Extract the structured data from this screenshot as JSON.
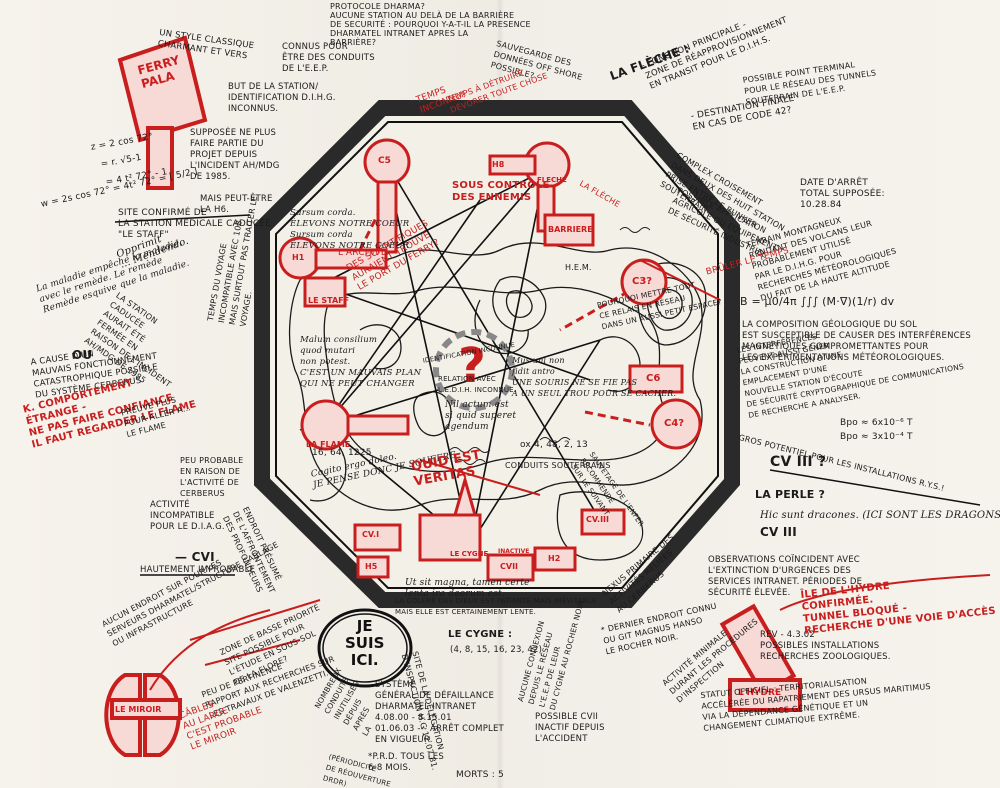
{
  "station_labels": {
    "c5": "C5",
    "h8": "H8",
    "fleche": "FLECHE",
    "barrieres": "BARRIERE",
    "h1": "H1",
    "le_staff": "LE STAFF",
    "c3": "C3?",
    "c6": "C6",
    "c4": "C4?",
    "la_flame": "LA FLAME",
    "cv1": "CV.I",
    "le_cygne": "LE CYGNE",
    "cv2": "CVII",
    "h5": "H5",
    "h2": "H2",
    "cv3": "CV.III",
    "ferry_pala": "FERRY\nPALA",
    "le_miroir": "LE MIROIR",
    "l_hydre": "L'HYDRE",
    "question": "?",
    "je_suis_ici": "JE\nSUIS\nICI.",
    "inactive": "INACTIVE"
  },
  "notes": {
    "top_protocol": "PROTOCOLE DHARMA?\nAUCUNE STATION AU DELÀ DE LA BARRIÈRE\nDE SECURITÉ : POURQUOI Y-A-T-IL LA PRESENCE\nDHARMATEL INTRANET APRES LA\nBARRIÈRE?",
    "top_connus": "CONNUS POUR\nÊTRE DES CONDUITS\nDE L'E.E.P.",
    "top_sauvegarde": "SAUVEGARDE DES\nDONNÉES OFF SHORE\nPOSSIBLE?",
    "top_left_classique": "UN STYLE CLASSIQUE\nCHARMANT ET VERS",
    "but_station": "BUT DE LA STATION/\nIDENTIFICATION D.I.H.G.\nINCONNUS.",
    "suppose": "SUPPOSÉE NE PLUS\nFAIRE PARTIE DU\nPROJET DEPUIS\nL'INCIDENT AH/MDG\nDE 1985.",
    "peut_etre": "MAIS PEUT-ÊTRE\nLA H6.",
    "math_1": "z = 2 cos 72°",
    "math_2": "= r. √5-1",
    "math_3": "= 4 t² 72° - 1",
    "math_4": "w = 2s cos 72° = 4t² 72° = [ 5/2 ]",
    "site_confirme": "SITE CONFIRMÉ DE\nLA STATION MÉDICALE CADUCÉE\n\"LE STAFF\"",
    "maladie": "La maladie empêche la maladie,\navec le remède. Le remède\nRemède esquive que la maladie.",
    "oppress": "Opprimit\n... Mendendo.",
    "station_aurait": "LA STATION\nCADUCÉE\nAURAIT ÉTÉ\nFERMÉE EN\nRAISON DE L'INCIDENT\nAH/MDG DE 1985",
    "ou": "OU",
    "mauvais": "A CAUSE D'UN\nMAUVAIS FONCTIONNEMENT\nCATASTROPHIQUE POSSIBLE\nDU SYSTÈME CERBERUS",
    "temps_voyage": "TEMPS DU VOYAGE\nINCOMPATIBLE AVEC 108\nMAIS SURTOUT PAS TRAITER LE\nVOYAGE.",
    "k_comporte": "K. COMPORTEMENT\nÉTRANGE -\nNE PAS FAIRE CONFIANCE\nIL FAUT REGARDER LE FLAME",
    "preuve": "PREUVE PLUS\nPOUR ALLER A...\nLE FLAME",
    "peu_probable": "PEU PROBABLE\nEN RAISON DE\nL'ACTIVITÉ DE\nCERBERUS",
    "activite": "ACTIVITÉ\nINCOMPATIBLE\nPOUR LE D.I.A.G.",
    "cvi": "— CVI",
    "hautement": "HAUTEMENT IMPROBABLE",
    "aucun_endroit": "AUCUN ENDROIT SUR POUR LES\nSERVEURS DHARMATEL/STRUCTURE CABLAGE\nOU INFRASTRUCTURE",
    "endroit_presume": "ENDROIT PRÉSUMÉ\nDE L'AFFRONTEMENT\nDES PROFONDEURS",
    "zone_basse": "ZONE DE BASSE PRIORITÉ\nSITE POSSIBLE POUR\nL'ÉTUDE EN SOUS-SOL\nDE LA FLORE?",
    "peu_pertinence": "PEU DE PERTINENCE\nRAPPORT AUX RECHERCHES SUR\nLES TRAVAUX DE VALENZETTI.",
    "cables": "CÂBLES\nAU LARGE\nC'EST PROBABLE\nLE MIROIR",
    "nombreux": "NOMBREUX\nCONDUITS\nINUTILISÉS\nDÉPUIS\nAPRÈS\nLA",
    "dharmatel_intranet": "SYSTÈME\nGÉNÉRAL DE DÉFAILLANCE\nDHARMATEL INTRANET\n4.08.00 - 8.15.01\n01.06.03 --- ARRÊT COMPLET\nEN VIGUEUR.",
    "prd": "*P.R.D. TOUS LES\n6-8 MOIS.",
    "morts": "MORTS : 5",
    "periodicite": "(PÉRIODICITÉ\nDE RÉOUVERTURE\nDRDR)",
    "le_cygne_note": "LE CYGNE :",
    "cygne_coords": "(4, 8, 15, 16, 23, 42)",
    "site_delegation": "SITE DE LA DÉLÉGATION\nD'INSPECTION H.G 12.07.81.",
    "aucune_connexion": "AUCUNE CONNEXION\nDEPUIS LE RÉSEAU\nL'E.E.P DE LEUR\nDU CYGNE AU ROCHER NOIR",
    "cvii_possible": "POSSIBLE CVII\nINACTIF DEPUIS\nL'ACCIDENT",
    "dernier_endroit": "* DERNIER ENDROIT CONNU\nOU GIT MAGNUS HANSO\nLE ROCHER NOIR.",
    "nexus": "NEXUS PRIMAIRE DES\nACTIVITÉS RELIÉES\nAU CERBERUS",
    "activite_minimale": "ACTIVITÉ MINIMALE\nDURANT LES PROCÉDURES\nD'INSPECTION",
    "rev": "REV - 4.3.02\nPOSSIBLES INSTALLATIONS\nRECHERCHES ZOOLOGIQUES.",
    "statut": "STATUT OFFICIEL : TERRITORIALISATION\nACCÉLÉRÉE DU RAPATRIEMENT DES URSUS MARITIMUS\nVIA LA DÉPENDANCE GÉNÉTIQUE ET UN\nCHANGEMENT CLIMATIQUE EXTRÊME.",
    "observations": "OBSERVATIONS COÏNCIDENT AVEC\nL'EXTINCTION D'URGENCES DES\nSERVICES INTRANET. PÉRIODES DE\nSÉCURITÉ ÉLEVÉE.",
    "ile_hydre": "ÎLE DE L'HYDRE\nCONFIRMÉE.\nTUNNEL BLOQUÉ -\nRECHERCHE D'UNE VOIE D'ACCÈS",
    "cv3_q": "CV III ?",
    "la_perle": "LA PERLE ?",
    "hic_sunt": "Hic sunt dracones. (ICI SONT LES DRAGONS)",
    "cv3_b": "CV III",
    "gros_potentiel": "GROS POTENTIEL POUR LES INSTALLATIONS R.Y.S.!",
    "bpo1": "Bpo ≈ 6x10⁻⁶ T",
    "bpo2": "Bpo ≈ 3x10⁻⁴ T",
    "interferences": "LES INTERFÉRENCES\nPEUVENT AUSSI GÊNER\nLA CONSTRUCTION D'UNE\nEMPLACEMENT D'UNE\nNOUVELLE STATION D'ÉCOUTE\nDE SÉCURITÉ CRYPTOGRAPHIQUE DE COMMUNICATIONS\nDE RECHERCHE A ANALYSER.",
    "composition": "LA COMPOSITION GÉOLOGIQUE DU SOL\nEST SUSCEPTIBLE DE CAUSER DES INTERFÉRENCES\nMAGNÉTIQUES COMPROMETTANTES POUR\nLES EXPÉRIMENTATIONS MÉTÉOROLOGIQUES.",
    "formula": "B = μ0/4π ∫∫∫ (M·∇)(1/r) dv",
    "terrain": "TERRAIN MONTAGNEUX\nRENDANT DES VOLCANS LEUR\nPROBABLEMENT UTILISÉ\nPAR LE D.I.H.G. POUR\nRECHERCHES MÉTÉOROLOGIQUES\nDU FAIT DE LA HAUTE ALTITUDE",
    "date_arret": "DATE D'ARRÊT\nTOTAL SUPPOSÉE:\n10.28.84",
    "complex_croisement": "COMPLEX CROISEMENT\nDANS DEUX DES HUIT STATION\nPRISE ENTRE LE BUNKER\nSOUTERRAIN...",
    "possible_application": "POSSIBLE APPLICATION\nAGRICOLE OU EQUIPEMENT\nDE SÉCURITÉ INDUSTRIEL",
    "la_fleche_title": "LA FLÈCHE :",
    "fonction_principale": "- FONCTION PRINCIPALE -\nZONE DE RÉAPPROVISIONNEMENT\nEN TRANSIT POUR LE D.I.H.S.",
    "destination_finale": "- DESTINATION FINALE\nEN CAS DE CODE 42?",
    "possible_point": "POSSIBLE POINT TERMINAL\nPOUR LE RÉSEAU DES TUNNELS\nSOUTERRAIN DE L'E.E.P.",
    "temps_inconnu": "TEMPS\nINCONNU!",
    "temps_detruire": "TEMPS À DÉTRUIRE\nDÉVORER TOUTE CHOSE",
    "sous_controle": "SOUS CONTRÔLE\nDES ENNEMIS",
    "scientifiques": "DES SCIENTIFIQUES\nAURAIENT TROUVÉ\nLE PORT DU FERRY?",
    "sursum": "Sursum corda.\nÉLEVONS NOTRE COEUR\nSursum corda\nÉLEVONS NOTRE COEUR",
    "malum": "Malum consilium\nquod mutari\nnon potest.\nC'EST UN MAUVAIS PLAN\nQUI NE PEUT CHANGER",
    "l_archive": "L'ARCHIVE",
    "relation": "RELATION AVEC\nL.E.D.I.H. INCONNUE.",
    "identification": "IDENTIFICATION INCONNUE",
    "nil_actum": "Nil actum est\nsi quid superet\nagendum",
    "cogito": "Cogito ergo doleo.\nJE PENSE DONC JE SOUFFRE",
    "quid": "QUID EST\nVERITAS",
    "lm_q": "16, 64, 1225",
    "mus_uni": "Mus uni non\nfidit antro\nUNE SOURIS NE SE FIE PAS\nA UN SEUL TROU POUR SE CACHER.",
    "pourquoi": "POURQUOI METTRE TOUT\nCE RELAIS EN RÉSEAU\nDANS UN AUSSI PETIT ESPACE?",
    "ox": "ox 4, 48, 2, 13",
    "conduits_souterrains": "CONDUITS SOUTERRAINS",
    "sauvetage": "SAUVETAGE DE L'ENFER\nRECOMMENDÉ\nSUR LE SUIVANT",
    "la_colere": "LA COLÈRE DES DIEUX EST PATIENTE MAIS INÉVITABLE\nMAIS ELLE EST CERTAINEMENT LENTE.",
    "ut_sit": "Ut sit magna, tamen certe\nlenta ira deorum est.",
    "hlm": "H.E.M.",
    "bruler": "BRÛLER LE TEMPS",
    "la_fleche_r": "LA FLÈCHE"
  }
}
